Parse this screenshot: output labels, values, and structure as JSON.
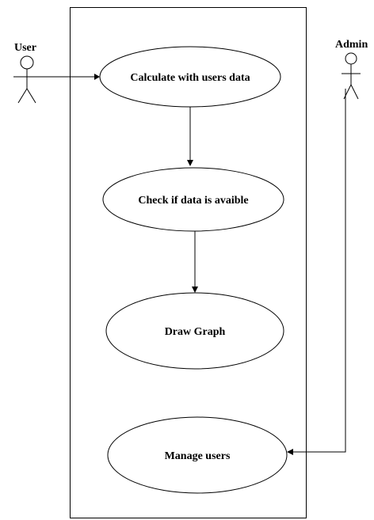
{
  "actors": {
    "user": {
      "label": "User"
    },
    "admin": {
      "label": "Admin"
    }
  },
  "use_cases": {
    "calculate": {
      "label": "Calculate with users data"
    },
    "check": {
      "label": "Check if data is avaible"
    },
    "draw": {
      "label": "Draw Graph"
    },
    "manage": {
      "label": "Manage users"
    }
  },
  "colors": {
    "line": "#000000",
    "background": "#ffffff"
  }
}
